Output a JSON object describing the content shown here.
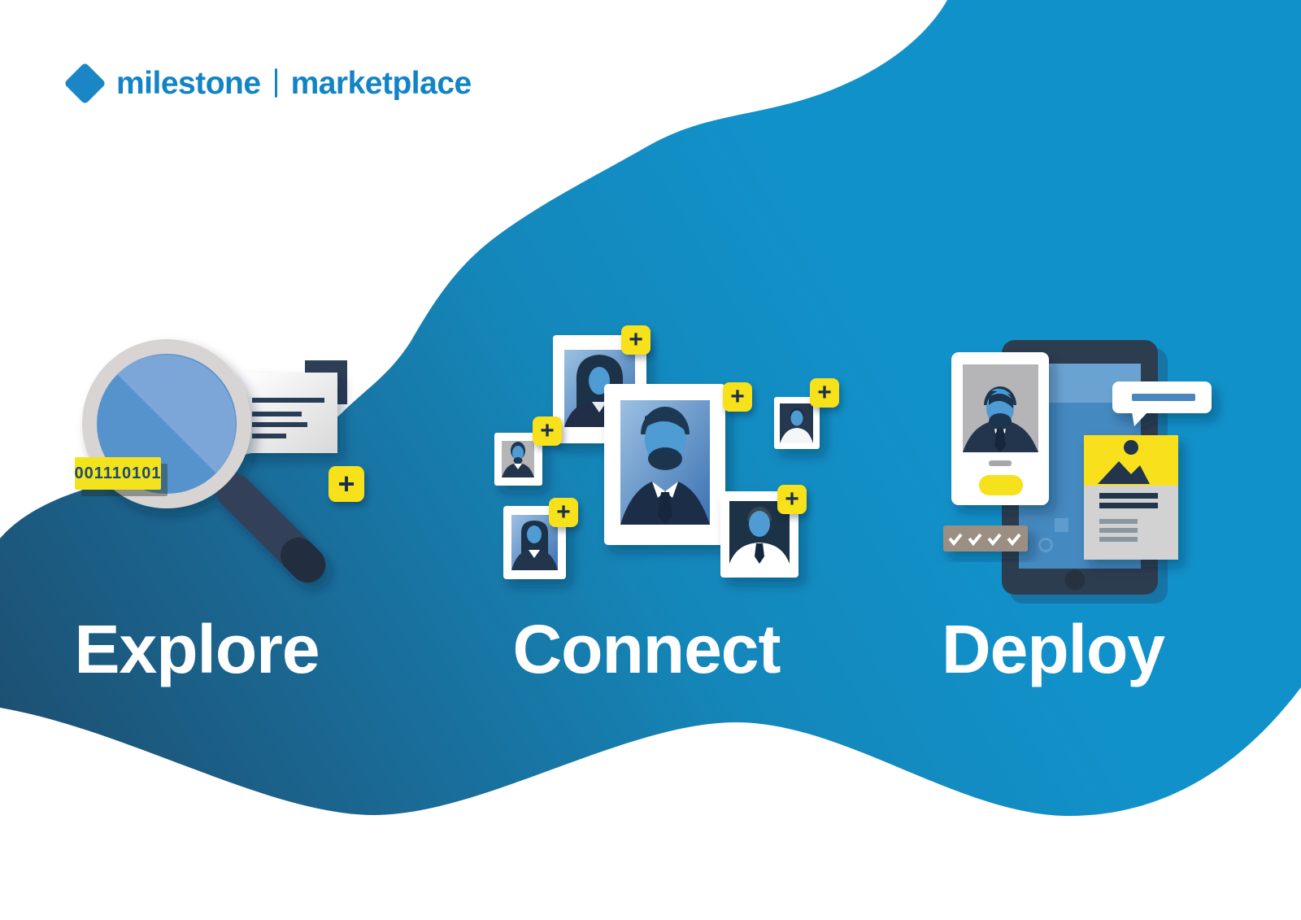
{
  "brand": {
    "name": "milestone",
    "product": "marketplace"
  },
  "steps": [
    {
      "label": "Explore"
    },
    {
      "label": "Connect"
    },
    {
      "label": "Deploy"
    }
  ],
  "explore": {
    "binary_tag": "001110101"
  },
  "connect": {
    "photo_count": 6
  },
  "symbols": {
    "plus": "+"
  },
  "colors": {
    "background_gradient_start": "#1d4a6a",
    "background_gradient_end": "#1191ca",
    "accent_yellow": "#f5e11d",
    "brand_blue": "#1284c5",
    "navy": "#22344d",
    "face_blue": "#4f9bd4",
    "white": "#ffffff"
  }
}
